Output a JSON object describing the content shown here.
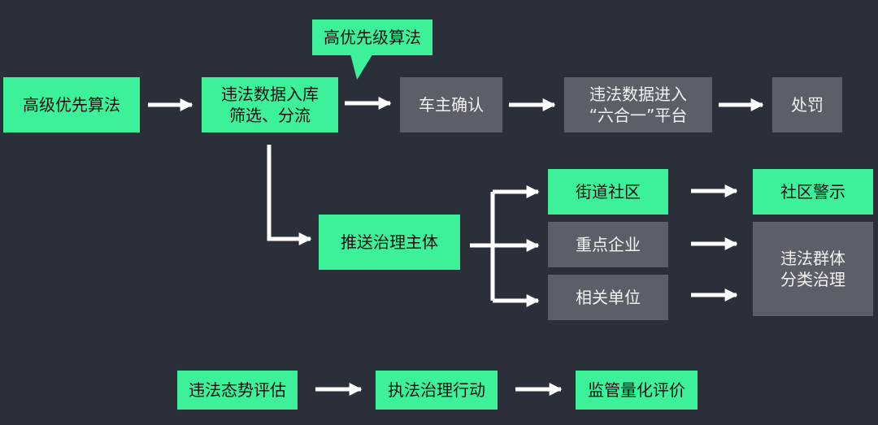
{
  "colors": {
    "background": "#2b2f3a",
    "green": "#3df09a",
    "gray": "#5a5f68",
    "arrow": "#ffffff"
  },
  "nodes": {
    "high_algorithm": "高级优先算法",
    "callout_algorithm": "高优先级算法",
    "filter_split": "违法数据入库\n筛选、分流",
    "owner_confirm": "车主确认",
    "six_in_one": "违法数据进入\n“六合一”平台",
    "penalty": "处罚",
    "push_subject": "推送治理主体",
    "street_community": "街道社区",
    "key_enterprise": "重点企业",
    "related_units": "相关单位",
    "community_warning": "社区警示",
    "group_governance": "违法群体\n分类治理",
    "situation_assessment": "违法态势评估",
    "enforcement_action": "执法治理行动",
    "supervision_evaluation": "监管量化评价"
  }
}
